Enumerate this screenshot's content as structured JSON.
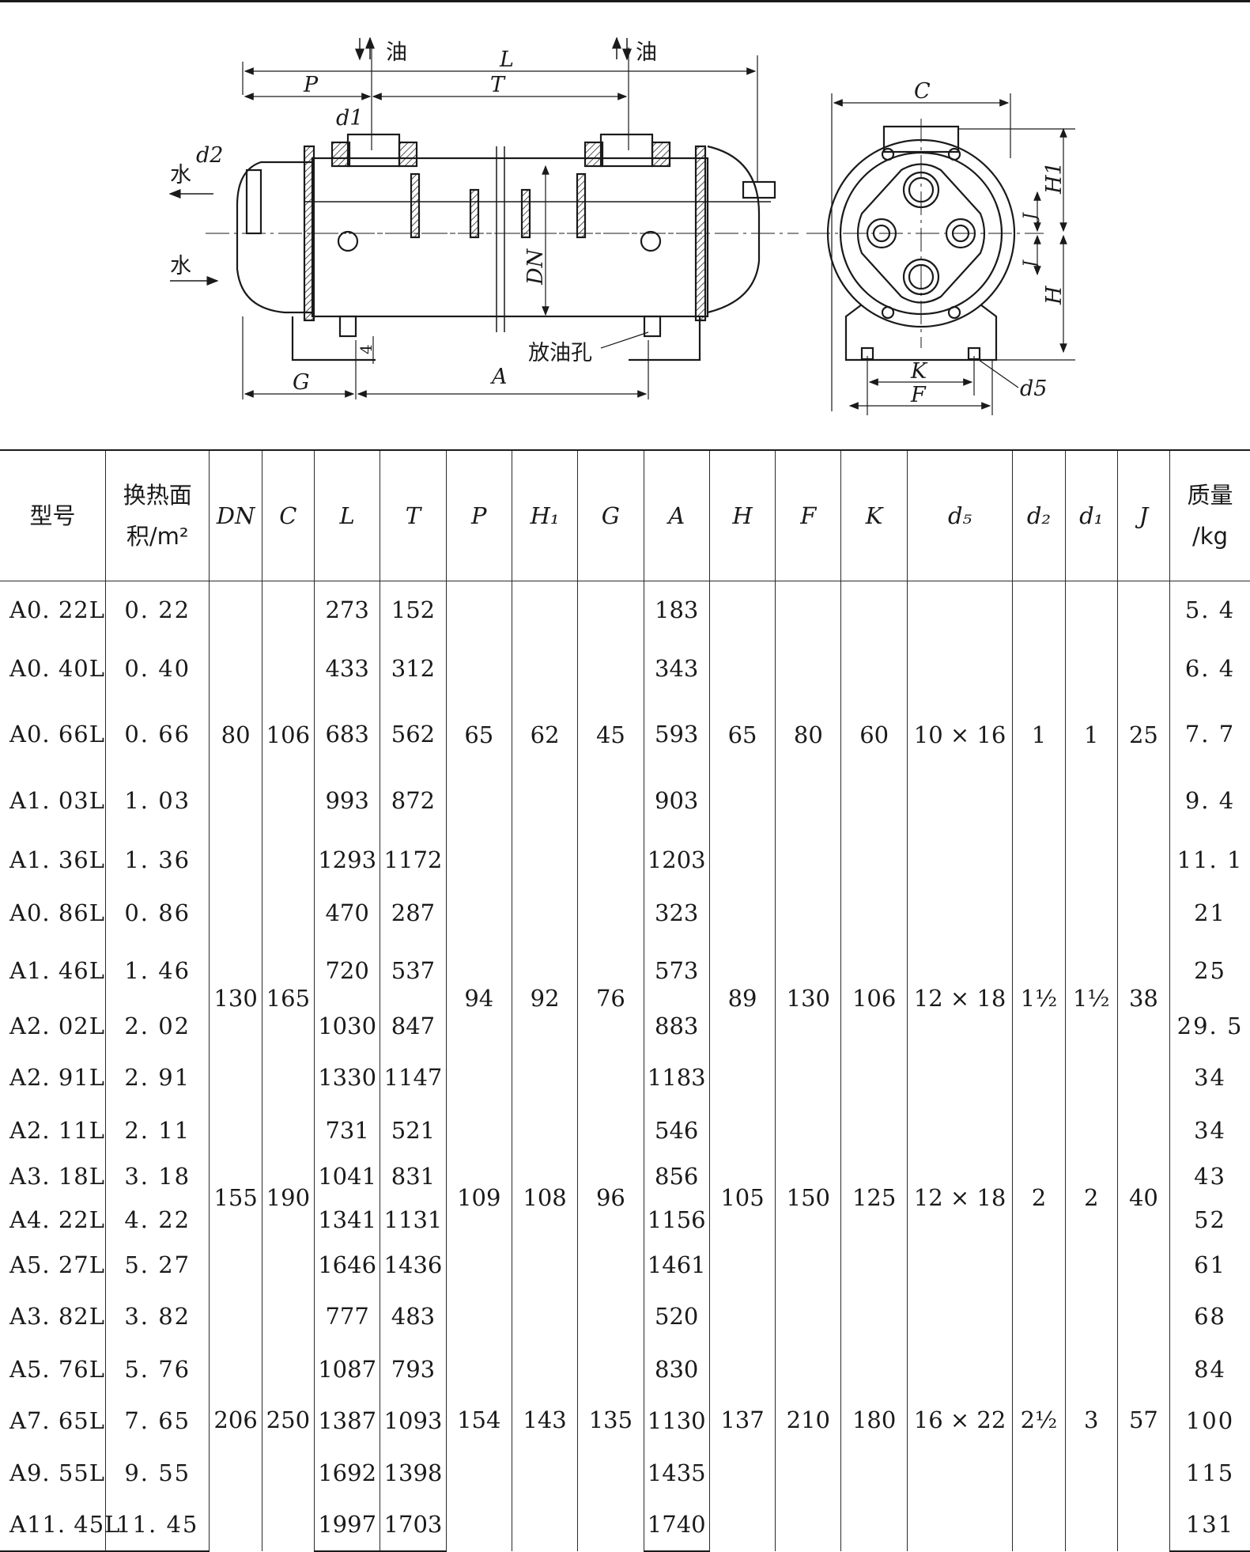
{
  "drawing": {
    "left_labels": {
      "oil_in": "油",
      "oil_out": "油",
      "water_top": "水",
      "water_bottom": "水",
      "drain": "放油孔"
    },
    "dimensions": [
      "L",
      "P",
      "T",
      "d1",
      "d2",
      "DN",
      "G",
      "A",
      "4"
    ],
    "right_dimensions": [
      "C",
      "H1",
      "J",
      "J",
      "H",
      "K",
      "F",
      "d5"
    ]
  },
  "table": {
    "headers": [
      {
        "text": "型号",
        "italic": false
      },
      {
        "text": "换热面",
        "text2": "积/m²",
        "italic": false
      },
      {
        "text": "DN",
        "italic": true
      },
      {
        "text": "C",
        "italic": true
      },
      {
        "text": "L",
        "italic": true
      },
      {
        "text": "T",
        "italic": true
      },
      {
        "text": "P",
        "italic": true
      },
      {
        "text": "H₁",
        "italic": true
      },
      {
        "text": "G",
        "italic": true
      },
      {
        "text": "A",
        "italic": true
      },
      {
        "text": "H",
        "italic": true
      },
      {
        "text": "F",
        "italic": true
      },
      {
        "text": "K",
        "italic": true
      },
      {
        "text": "d₅",
        "italic": true
      },
      {
        "text": "d₂",
        "italic": true
      },
      {
        "text": "d₁",
        "italic": true
      },
      {
        "text": "J",
        "italic": true
      },
      {
        "text": "质量",
        "text2": "/kg",
        "italic": false
      }
    ],
    "groups": [
      {
        "DN": "80",
        "C": "106",
        "P": "65",
        "H1": "62",
        "G": "45",
        "H": "65",
        "F": "80",
        "K": "60",
        "d5": "10 × 16",
        "d2": "1",
        "d1": "1",
        "J": "25",
        "rows": [
          {
            "model": "A0. 22L",
            "area": "0. 22",
            "L": "273",
            "T": "152",
            "A": "183",
            "mass": "5. 4"
          },
          {
            "model": "A0. 40L",
            "area": "0. 40",
            "L": "433",
            "T": "312",
            "A": "343",
            "mass": "6. 4"
          },
          {
            "model": "A0. 66L",
            "area": "0. 66",
            "L": "683",
            "T": "562",
            "A": "593",
            "mass": "7. 7"
          },
          {
            "model": "A1. 03L",
            "area": "1. 03",
            "L": "993",
            "T": "872",
            "A": "903",
            "mass": "9. 4"
          },
          {
            "model": "A1. 36L",
            "area": "1. 36",
            "L": "1293",
            "T": "1172",
            "A": "1203",
            "mass": "11. 1"
          }
        ]
      },
      {
        "DN": "130",
        "C": "165",
        "P": "94",
        "H1": "92",
        "G": "76",
        "H": "89",
        "F": "130",
        "K": "106",
        "d5": "12 × 18",
        "d2": "1½",
        "d1": "1½",
        "J": "38",
        "rows": [
          {
            "model": "A0. 86L",
            "area": "0. 86",
            "L": "470",
            "T": "287",
            "A": "323",
            "mass": "21"
          },
          {
            "model": "A1. 46L",
            "area": "1. 46",
            "L": "720",
            "T": "537",
            "A": "573",
            "mass": "25"
          },
          {
            "model": "A2. 02L",
            "area": "2. 02",
            "L": "1030",
            "T": "847",
            "A": "883",
            "mass": "29. 5"
          },
          {
            "model": "A2. 91L",
            "area": "2. 91",
            "L": "1330",
            "T": "1147",
            "A": "1183",
            "mass": "34"
          }
        ]
      },
      {
        "DN": "155",
        "C": "190",
        "P": "109",
        "H1": "108",
        "G": "96",
        "H": "105",
        "F": "150",
        "K": "125",
        "d5": "12 × 18",
        "d2": "2",
        "d1": "2",
        "J": "40",
        "rows": [
          {
            "model": "A2. 11L",
            "area": "2. 11",
            "L": "731",
            "T": "521",
            "A": "546",
            "mass": "34"
          },
          {
            "model": "A3. 18L",
            "area": "3. 18",
            "L": "1041",
            "T": "831",
            "A": "856",
            "mass": "43"
          },
          {
            "model": "A4. 22L",
            "area": "4. 22",
            "L": "1341",
            "T": "1131",
            "A": "1156",
            "mass": "52"
          },
          {
            "model": "A5. 27L",
            "area": "5. 27",
            "L": "1646",
            "T": "1436",
            "A": "1461",
            "mass": "61"
          }
        ]
      },
      {
        "DN": "206",
        "C": "250",
        "P": "154",
        "H1": "143",
        "G": "135",
        "H": "137",
        "F": "210",
        "K": "180",
        "d5": "16 × 22",
        "d2": "2½",
        "d1": "3",
        "J": "57",
        "rows": [
          {
            "model": "A3. 82L",
            "area": "3. 82",
            "L": "777",
            "T": "483",
            "A": "520",
            "mass": "68"
          },
          {
            "model": "A5. 76L",
            "area": "5. 76",
            "L": "1087",
            "T": "793",
            "A": "830",
            "mass": "84"
          },
          {
            "model": "A7. 65L",
            "area": "7. 65",
            "L": "1387",
            "T": "1093",
            "A": "1130",
            "mass": "100"
          },
          {
            "model": "A9. 55L",
            "area": "9. 55",
            "L": "1692",
            "T": "1398",
            "A": "1435",
            "mass": "115"
          },
          {
            "model": "A11. 45L",
            "area": "11. 45",
            "L": "1997",
            "T": "1703",
            "A": "1740",
            "mass": "131"
          }
        ]
      }
    ]
  }
}
